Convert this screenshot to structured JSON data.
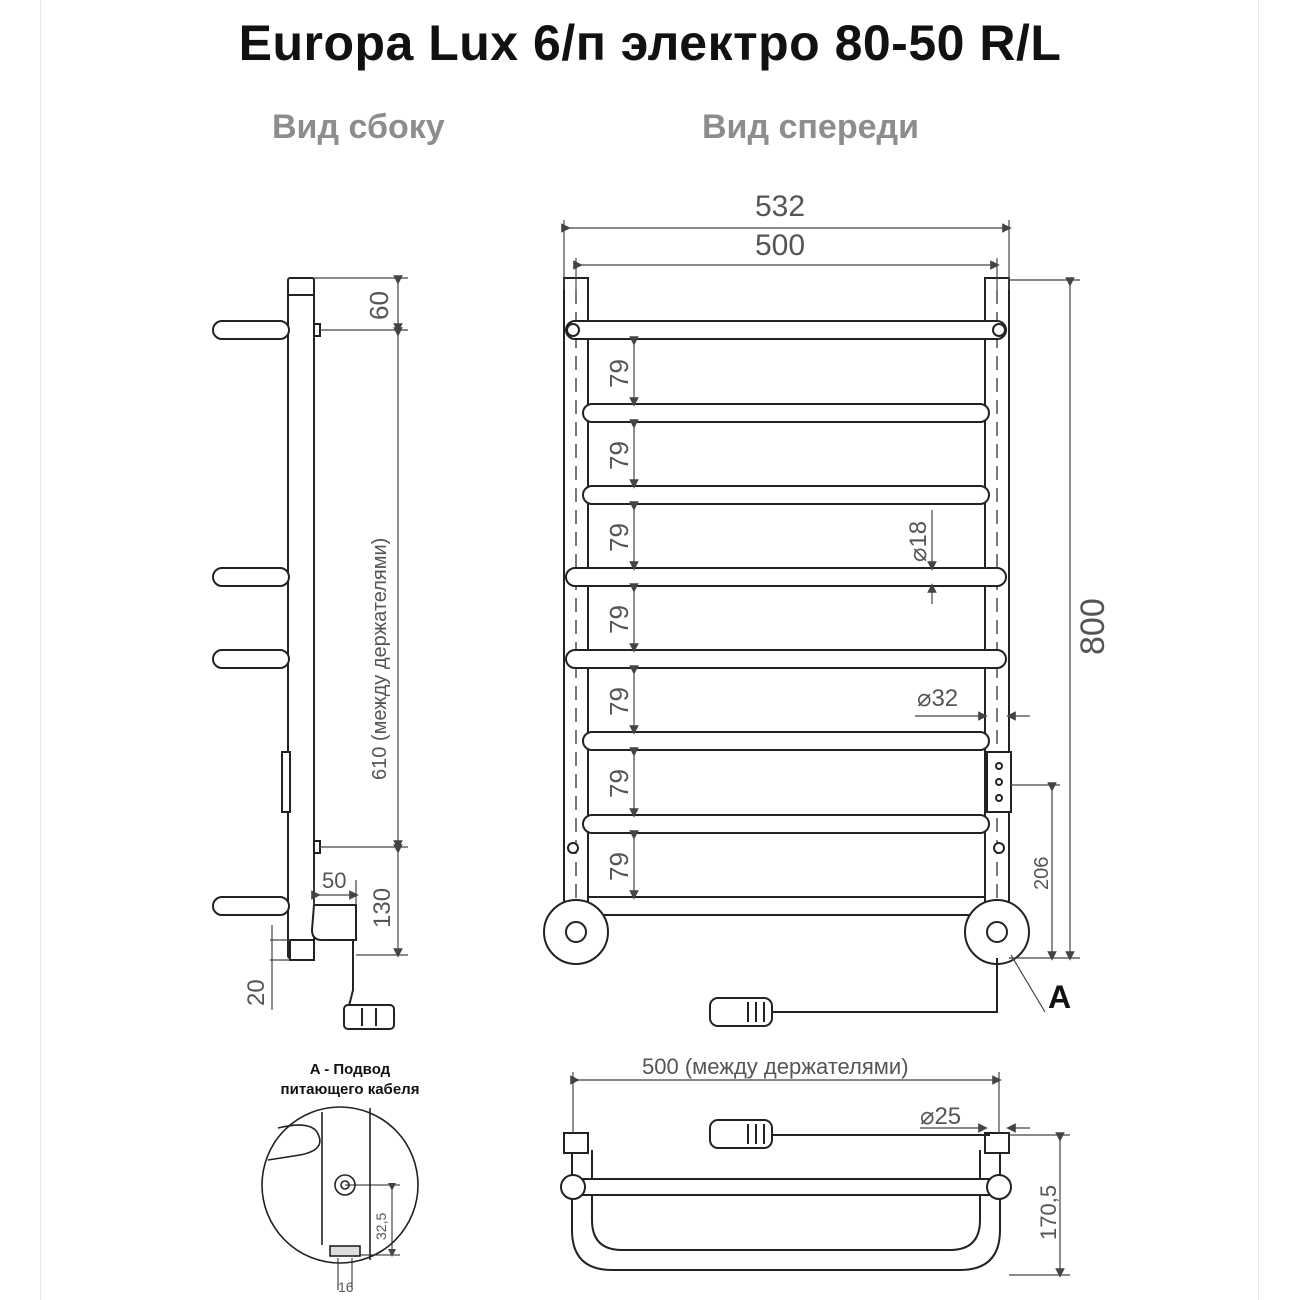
{
  "title": "Europa Lux 6/п электро 80-50 R/L",
  "views": {
    "side": "Вид сбоку",
    "front": "Вид спереди"
  },
  "side_dims": {
    "top_offset": "60",
    "between_holders": "610 (между держателями)",
    "bottom_offset": "130",
    "wall_gap": "50",
    "base": "20"
  },
  "front_dims": {
    "overall_width": "532",
    "axis_width": "500",
    "height": "800",
    "rung_pitch": "79",
    "rung_diameter": "⌀18",
    "pipe_diameter": "⌀32",
    "heater_height": "206",
    "detail_marker": "A"
  },
  "top_dims": {
    "between_holders": "500 (между держателями)",
    "diameter": "⌀25",
    "depth": "170,5"
  },
  "detail": {
    "caption_line1": "A - Подвод",
    "caption_line2": "питающего кабеля",
    "height": "32,5",
    "width": "16"
  }
}
